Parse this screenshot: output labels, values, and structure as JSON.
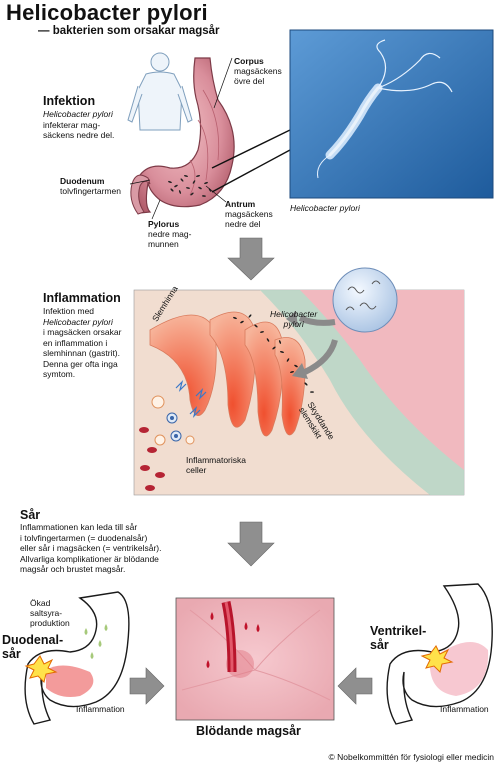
{
  "header": {
    "title": "Helicobacter pylori",
    "subtitle": "— bakterien som orsakar magsår"
  },
  "infection": {
    "heading": "Infektion",
    "text_italic": "Helicobacter pylori",
    "text_rest": "infekterar mag-\nsäckens nedre del.",
    "labels": {
      "corpus_title": "Corpus",
      "corpus_desc": "magsäckens\növre del",
      "duodenum_title": "Duodenum",
      "duodenum_desc": "tolvfingertarmen",
      "antrum_title": "Antrum",
      "antrum_desc": "magsäckens\nnedre del",
      "pylorus_title": "Pylorus",
      "pylorus_desc": "nedre mag-\nmunnen"
    },
    "micro_caption": "Helicobacter pylori"
  },
  "inflammation": {
    "heading": "Inflammation",
    "text_a": "Infektion med",
    "text_italic": "Helicobacter pylori",
    "text_b": "i magsäcken orsakar\nen inflammation i\nslemhinnan (gastrit).\nDenna ger ofta inga\nsymtom.",
    "labels": {
      "slemhinna": "Slemhinna",
      "bacteria": "Helicobacter\npylori",
      "skyddande": "Skyddande\nslemskikt",
      "cells": "Inflammatoriska\nceller"
    }
  },
  "ulcer": {
    "heading": "Sår",
    "text": "Inflammationen kan leda till sår\ni tolvfingertarmen (= duodenalsår)\neller sår i magsäcken (= ventrikelsår).\nAllvarliga komplikationer är blödande\nmagsår och brustet magsår.",
    "acid_label": "Ökad\nsaltsyra-\nproduktion",
    "duodenal_label": "Duodenal-\nsår",
    "inflammation_left": "Inflammation",
    "bleeding_label": "Blödande magsår",
    "ventrikel_label": "Ventrikel-\nsår",
    "inflammation_right": "Inflammation"
  },
  "footer": {
    "copyright": "© Nobelkommittén för fysiologi eller medicin"
  },
  "colors": {
    "stomach": "#d9899a",
    "stomach_dark": "#a8505f",
    "micro_bg": "#2f6fb3",
    "tissue": "#f2c7b5",
    "inflamed": "#e85a3a",
    "arrow": "#8f8f8f",
    "blood": "#c0122a"
  }
}
